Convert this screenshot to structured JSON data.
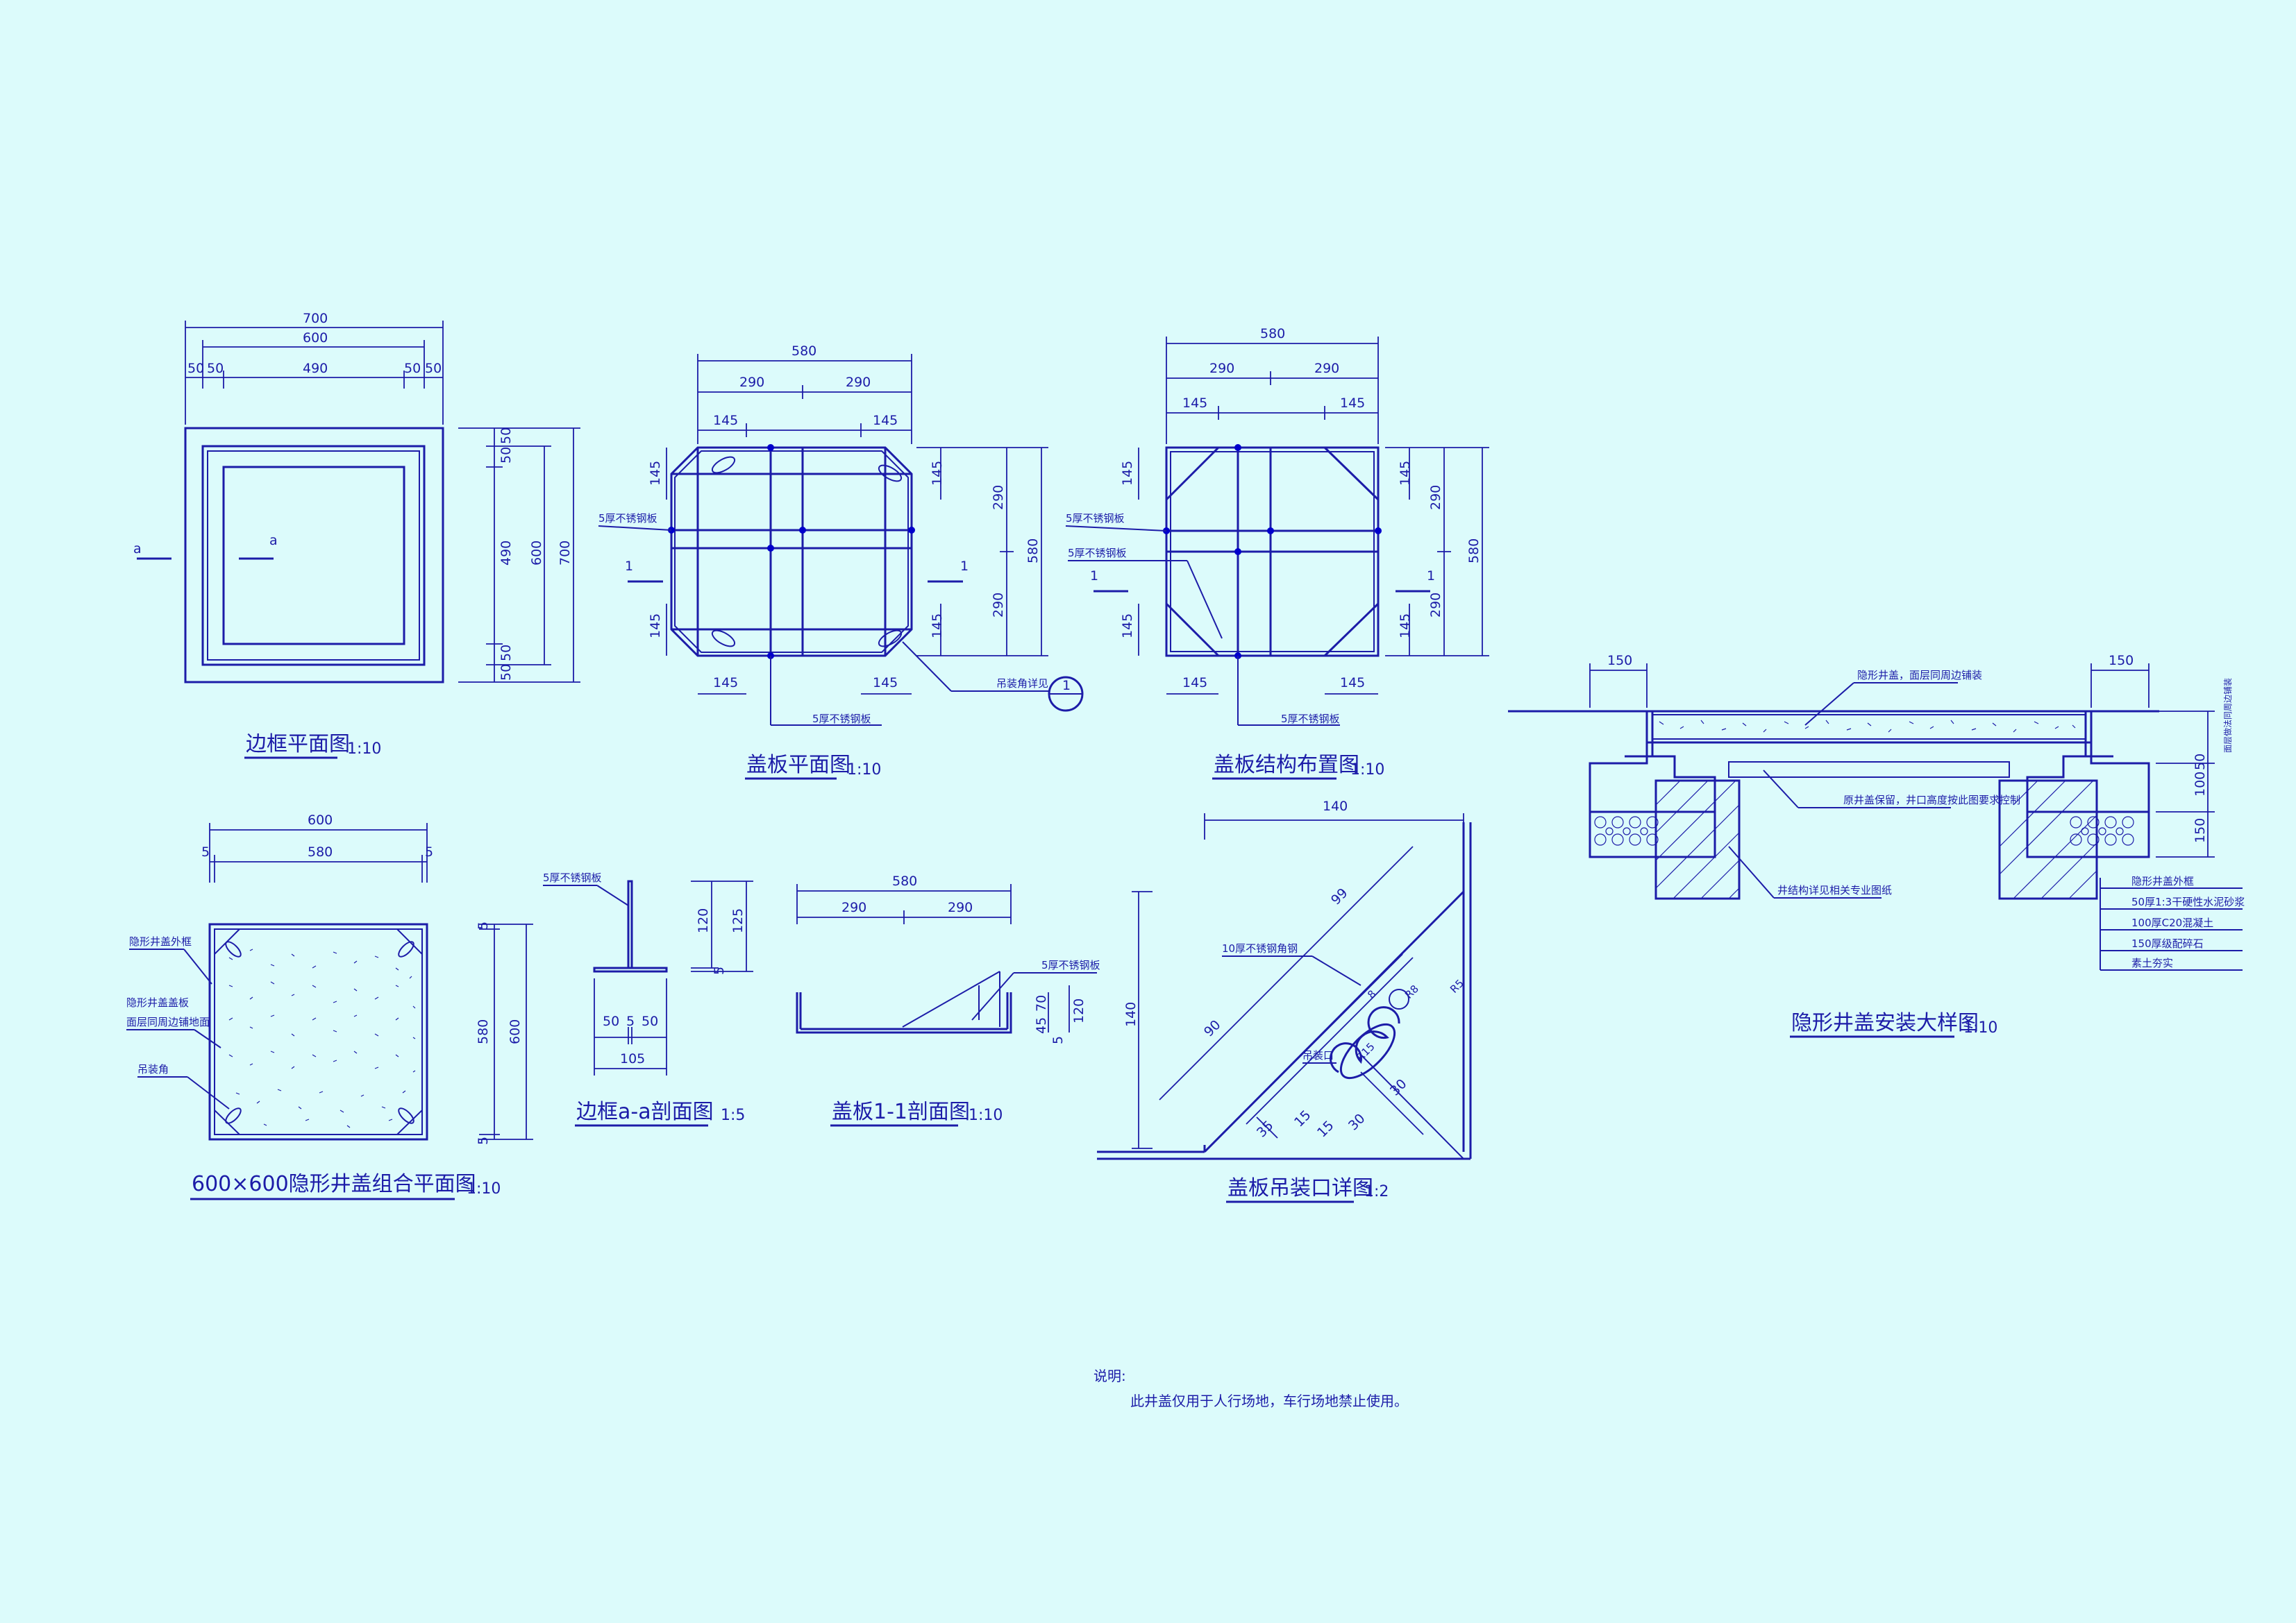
{
  "titles": {
    "frame_plan": "边框平面图",
    "frame_plan_scale": "1:10",
    "cover_plan": "盖板平面图",
    "cover_plan_scale": "1:10",
    "cover_struct": "盖板结构布置图",
    "cover_struct_scale": "1:10",
    "install_detail": "隐形井盖安装大样图",
    "install_detail_scale": "1:10",
    "combo_plan": "600×600隐形井盖组合平面图",
    "combo_plan_scale": "1:10",
    "frame_section": "边框a-a剖面图",
    "frame_section_scale": "1:5",
    "cover_section": "盖板1-1剖面图",
    "cover_section_scale": "1:10",
    "lift_detail": "盖板吊装口详图",
    "lift_detail_scale": "1:2"
  },
  "frame_plan": {
    "dims_top": [
      "700",
      "600",
      "50",
      "50",
      "490",
      "50",
      "50"
    ],
    "dims_right": [
      "50",
      "50",
      "490",
      "50",
      "50",
      "600",
      "700"
    ],
    "section_mark": "a"
  },
  "cover_plan": {
    "dims_top": [
      "580",
      "290",
      "290",
      "145",
      "145"
    ],
    "dims_bottom": [
      "145",
      "145"
    ],
    "dims_left": [
      "145",
      "145"
    ],
    "dims_right": [
      "145",
      "145",
      "290",
      "290",
      "580"
    ],
    "label_plate": "5厚不锈钢板",
    "label_plate2": "5厚不锈钢板",
    "label_corner": "吊装角详见",
    "detail_ref": "1",
    "section_mark": "1"
  },
  "cover_struct": {
    "dims_top": [
      "580",
      "290",
      "290",
      "145",
      "145"
    ],
    "dims_bottom": [
      "145",
      "145"
    ],
    "dims_left": [
      "145",
      "145"
    ],
    "dims_right": [
      "145",
      "145",
      "290",
      "290",
      "580"
    ],
    "label_plate": "5厚不锈钢板",
    "label_plate2": "5厚不锈钢板",
    "label_plate3": "5厚不锈钢板",
    "section_mark": "1"
  },
  "install_detail": {
    "dims_top": [
      "150",
      "150"
    ],
    "dims_right": [
      "50",
      "100",
      "150"
    ],
    "right_header": "面层做法同周边铺装",
    "label_top": "隐形井盖，面层同周边铺装",
    "label_mid": "原井盖保留，井口高度按此图要求控制",
    "label_bottom": "井结构详见相关专业图纸",
    "layers": [
      "隐形井盖外框",
      "50厚1:3干硬性水泥砂浆",
      "100厚C20混凝土",
      "150厚级配碎石",
      "素土夯实"
    ]
  },
  "combo_plan": {
    "dims_top": [
      "600",
      "580",
      "5",
      "5"
    ],
    "dims_right": [
      "5",
      "5",
      "580",
      "600"
    ],
    "labels": [
      "隐形井盖外框",
      "隐形井盖盖板",
      "面层同周边铺地面",
      "吊装角"
    ]
  },
  "frame_section": {
    "label": "5厚不锈钢板",
    "dims": [
      "120",
      "125",
      "5",
      "50",
      "5",
      "50",
      "105"
    ]
  },
  "cover_section": {
    "dims_top": [
      "580",
      "290",
      "290"
    ],
    "dims_right": [
      "70",
      "45",
      "5",
      "120"
    ],
    "label": "5厚不锈钢板"
  },
  "lift_detail": {
    "dims": [
      "140",
      "140",
      "99",
      "90",
      "35",
      "15",
      "15",
      "30",
      "30",
      "R8",
      "R5",
      "R15",
      "8"
    ],
    "label_angle": "10厚不锈钢角钢",
    "label_hole": "吊装口"
  },
  "notes": {
    "heading": "说明:",
    "body": "此井盖仅用于人行场地，车行场地禁止使用。"
  }
}
